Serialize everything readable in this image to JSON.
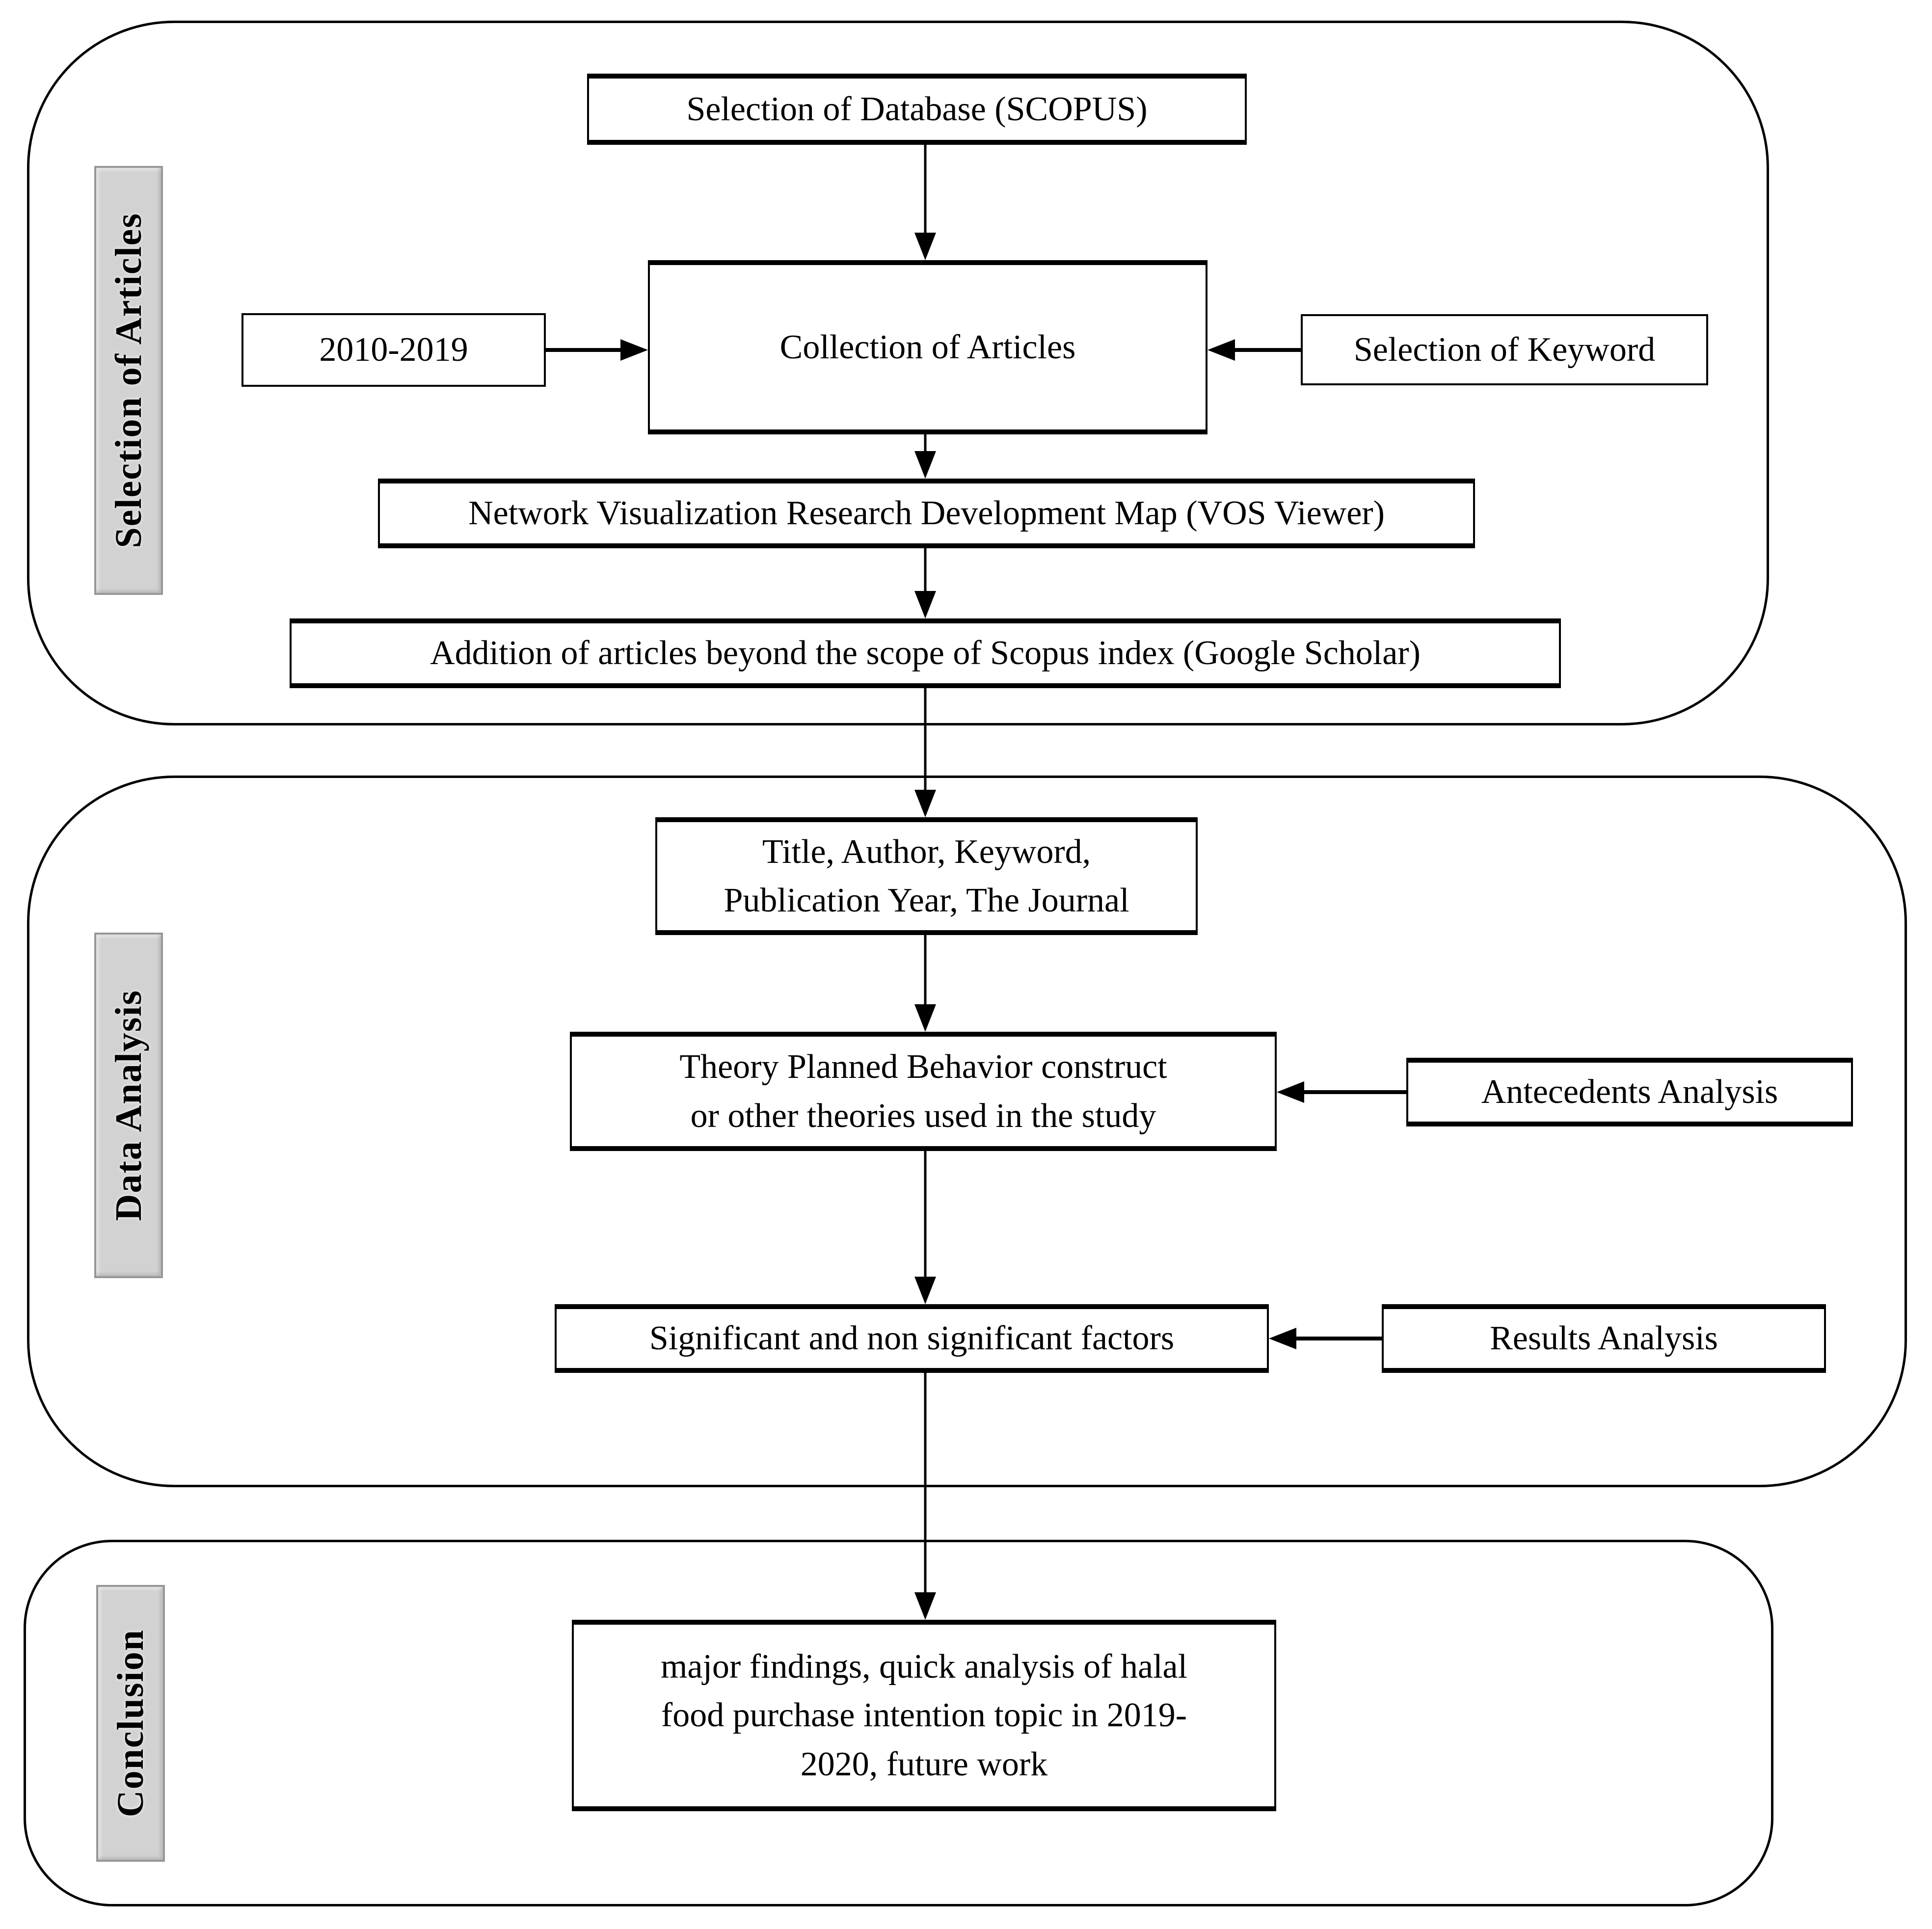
{
  "diagram": {
    "title": "Research methodology flowchart",
    "sections": {
      "selection": {
        "label": "Selection of Articles",
        "boxes": {
          "database": {
            "text": "Selection of Database (SCOPUS)"
          },
          "year": {
            "text": "2010-2019"
          },
          "collection": {
            "text": "Collection of Articles"
          },
          "keyword": {
            "text": "Selection of Keyword"
          },
          "vos": {
            "text": "Network Visualization Research Development Map (VOS Viewer)"
          },
          "scholar": {
            "text": "Addition of articles beyond the scope of Scopus index (Google Scholar)"
          }
        }
      },
      "analysis": {
        "label": "Data Analysis",
        "boxes": {
          "title": {
            "lines": [
              "Title, Author, Keyword,",
              "Publication Year, The Journal"
            ]
          },
          "theory": {
            "lines": [
              "Theory Planned Behavior construct",
              "or other theories used in the study"
            ]
          },
          "antecedents": {
            "text": "Antecedents Analysis"
          },
          "significant": {
            "text": "Significant and non significant factors"
          },
          "results": {
            "text": "Results Analysis"
          }
        }
      },
      "conclusion": {
        "label": "Conclusion",
        "boxes": {
          "summary": {
            "lines": [
              "major findings, quick analysis of halal",
              "food purchase intention topic in 2019-",
              "2020, future work"
            ]
          }
        }
      }
    },
    "colors": {
      "box_border": "#000000",
      "label_background": "#d2d2d2",
      "label_border": "#979797",
      "background": "#ffffff"
    }
  }
}
